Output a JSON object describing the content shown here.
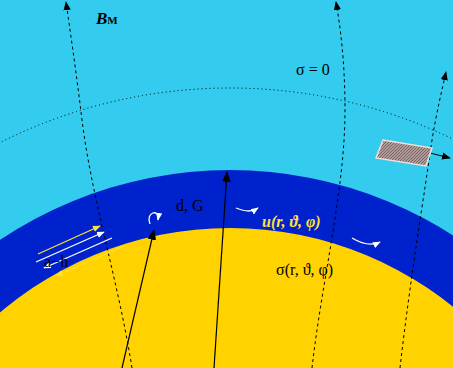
{
  "diagram": {
    "labels": [
      "BM",
      "σ = 0",
      "d, G",
      "u(r, ϑ, φ)",
      "σ(r, ϑ, φ)",
      "a−h"
    ]
  }
}
